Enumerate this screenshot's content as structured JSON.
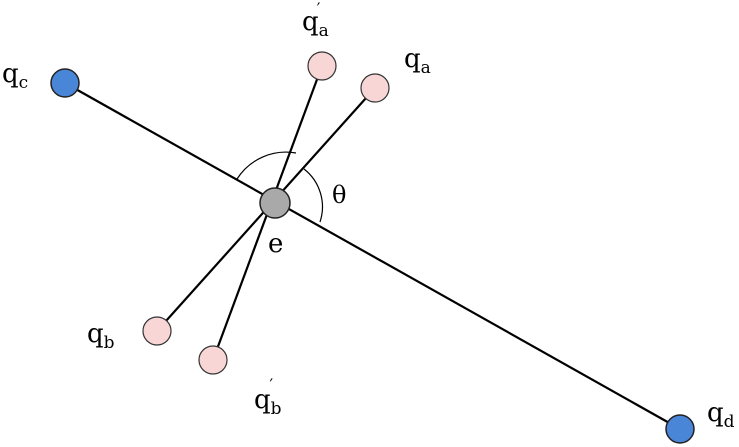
{
  "diagram": {
    "nodes": {
      "q_c": {
        "letter": "q",
        "subscript": "c",
        "prime": "",
        "color": "#4a86d8"
      },
      "q_d": {
        "letter": "q",
        "subscript": "d",
        "prime": "",
        "color": "#4a86d8"
      },
      "q_a": {
        "letter": "q",
        "subscript": "a",
        "prime": "",
        "color": "#f8d6d6"
      },
      "q_a_prime": {
        "letter": "q",
        "subscript": "a",
        "prime": "′",
        "color": "#f8d6d6"
      },
      "q_b": {
        "letter": "q",
        "subscript": "b",
        "prime": "",
        "color": "#f8d6d6"
      },
      "q_b_prime": {
        "letter": "q",
        "subscript": "b",
        "prime": "′",
        "color": "#f8d6d6"
      },
      "e": {
        "label": "e",
        "color": "#a9a9a9"
      }
    },
    "angle_label": "θ"
  }
}
